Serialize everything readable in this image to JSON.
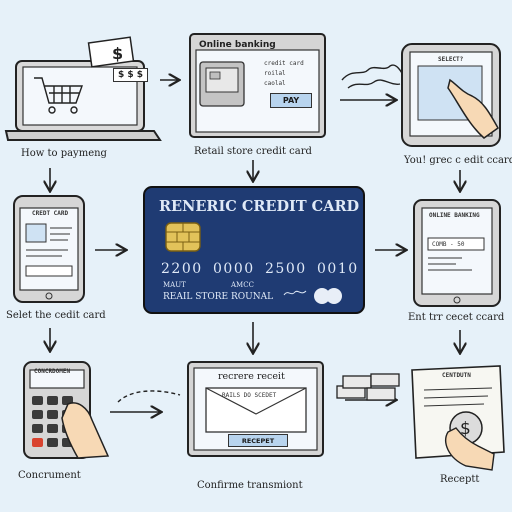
{
  "labels": {
    "how_to_pay": "How to paymeng",
    "retail_store": "Retail store credit card",
    "your_card": "You! grec c edit ccard",
    "select_card": "Selet the cedit card",
    "enter_card": "Ent trr cecet ccard",
    "concurment": "Concrument",
    "confirm_transaction": "Confirme transmiont",
    "receipt": "Receptt"
  },
  "laptop": {
    "price": "$ $ $",
    "bill": "$"
  },
  "online_window": {
    "title": "Online banking",
    "options": [
      "credit card",
      "roilal",
      "caolal"
    ],
    "pay_button": "PAY"
  },
  "tablet_select": {
    "title": "SELECT?"
  },
  "card": {
    "title": "RENERIC CREDIT CARD",
    "number": [
      "2200",
      "0000",
      "2500",
      "0010"
    ],
    "sub1": "MAUT",
    "sub2": "AMCC",
    "store": "REAIL STORE ROUNAL"
  },
  "phone_left": {
    "title": "CREDT CARD"
  },
  "tablet_right": {
    "title": "ONLINE BANKING",
    "field": "COMB - 50"
  },
  "calculator": {
    "title": "CONCRDOMEN"
  },
  "receipt_window": {
    "title": "recrere receit",
    "line": "RAILS DO SCEDET",
    "button": "RECEPET"
  },
  "receipt_paper": {
    "title": "CENTDUTN"
  },
  "colors": {
    "card": "#1f3b73",
    "background": "#e6f1f9",
    "screen": "#dcebf8",
    "button": "#b8d4ee"
  }
}
